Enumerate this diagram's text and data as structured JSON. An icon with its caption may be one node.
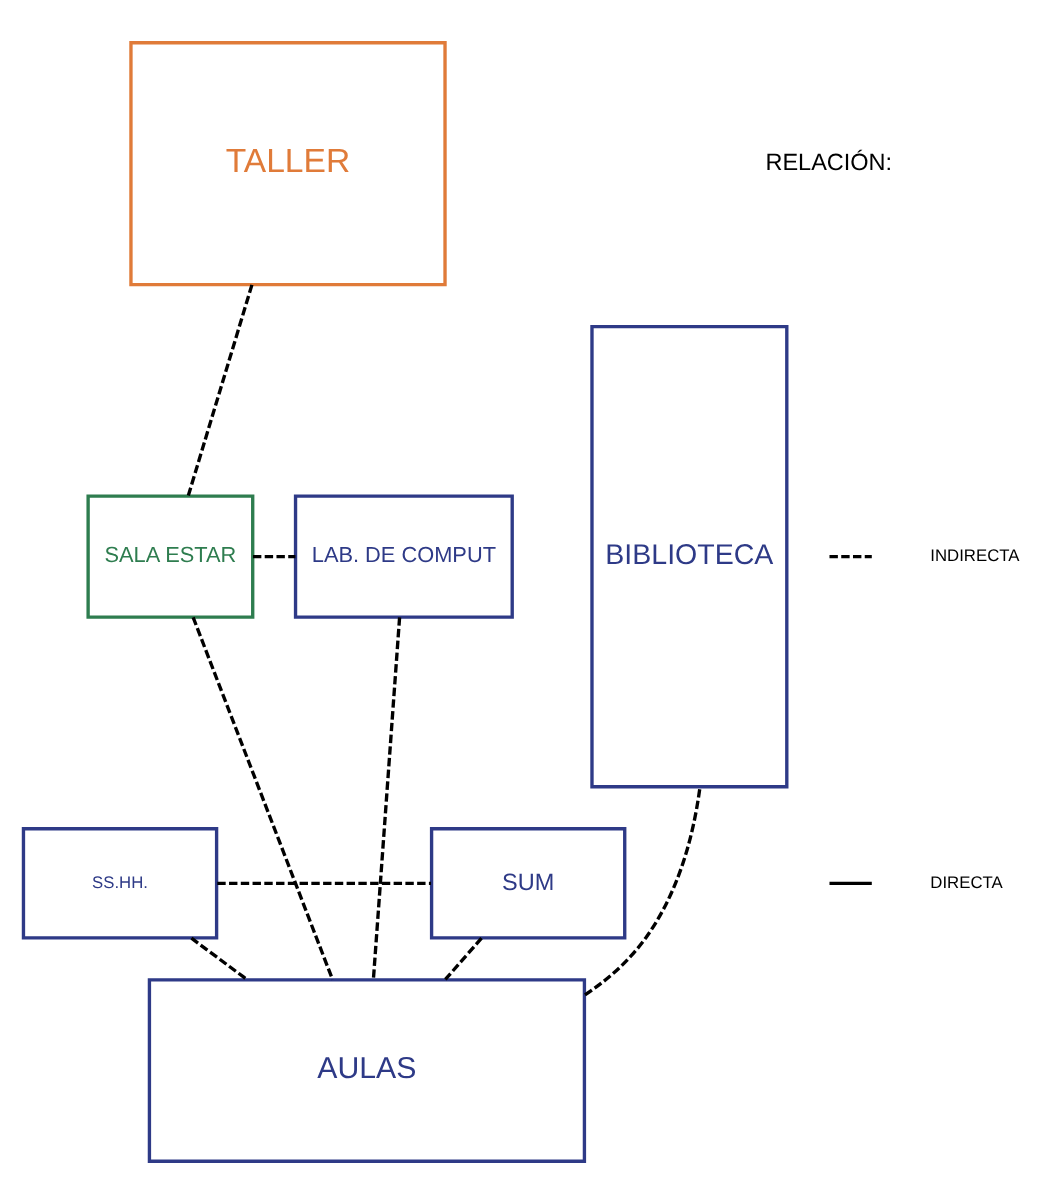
{
  "diagram": {
    "nodes": [
      {
        "text": [
          "TALLER"
        ]
      },
      {
        "text": [
          "SALA ESTAR"
        ]
      },
      {
        "text": [
          "LAB. DE COMPUT"
        ]
      },
      {
        "text": [
          "SS.HH."
        ]
      },
      {
        "text": [
          "SUM"
        ]
      },
      {
        "text": [
          "AULAS"
        ]
      },
      {
        "text": [
          "BIBLIOTECA"
        ]
      }
    ],
    "edges": [
      {
        "from": 0,
        "to": 1,
        "arrow": "none",
        "style": "dashed"
      },
      {
        "from": 1,
        "to": 2,
        "arrow": "none",
        "style": "dashed"
      },
      {
        "from": 1,
        "to": 5,
        "arrow": "none",
        "style": "dashed"
      },
      {
        "from": 2,
        "to": 5,
        "arrow": "none",
        "style": "dashed"
      },
      {
        "from": 3,
        "to": 4,
        "arrow": "none",
        "style": "dashed"
      },
      {
        "from": 3,
        "to": 5,
        "arrow": "none",
        "style": "dashed"
      },
      {
        "from": 4,
        "to": 5,
        "arrow": "none",
        "style": "dashed"
      },
      {
        "from": 5,
        "to": 6,
        "arrow": "none",
        "style": "dashed"
      }
    ],
    "labels": [
      "RELACIÓN:"
    ],
    "legend": [
      {
        "text": "INDIRECTA"
      },
      {
        "text": "DIRECTA"
      }
    ]
  }
}
